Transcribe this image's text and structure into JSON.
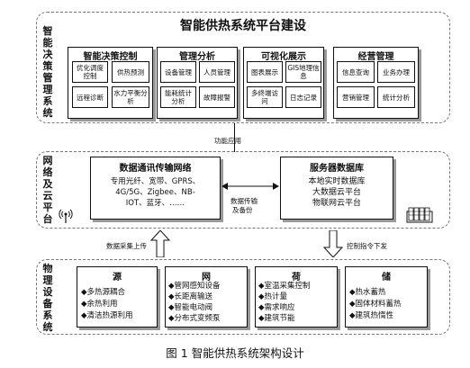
{
  "top": {
    "side_label": "智\n能\n决\n策\n管\n理\n系\n统",
    "title": "智能供热系统平台建设",
    "groups": [
      {
        "header": "智能决策控制",
        "cells": [
          "优化调度控制",
          "供热预测",
          "远程诊断",
          "水力平衡分析"
        ]
      },
      {
        "header": "管理分析",
        "cells": [
          "设备管理",
          "人员管理",
          "能耗统计分析",
          "故障报警"
        ]
      },
      {
        "header": "可视化展示",
        "cells": [
          "图表展示",
          "GIS地理信息",
          "多终端访问",
          "日志记录"
        ]
      },
      {
        "header": "经营管理",
        "cells": [
          "信息查询",
          "业务办理",
          "营销管理",
          "统计分析"
        ]
      }
    ]
  },
  "connector_top_label": "功能应用",
  "middle": {
    "side_label": "网\n络\n及\n云\n平\n台",
    "network_title": "数据通讯传输网络",
    "network_text": [
      "专用光纤、宽带、GPRS、",
      "4G/5G、Zigbee、NB-",
      "IOT、蓝牙、……"
    ],
    "link_label": [
      "数据传输",
      "及备份"
    ],
    "server_title": "服务器数据库",
    "server_items": [
      "本地实时数据库",
      "大数据云平台",
      "物联网云平台"
    ]
  },
  "arrows": {
    "upload": "数据采集上传",
    "control": "控制指令下发"
  },
  "bottom": {
    "side_label": "物\n理\n设\n备\n系\n统",
    "boxes": [
      {
        "title": "源",
        "items": [
          "◆多热源耦合",
          "◆余热利用",
          "◆清洁热源利用"
        ]
      },
      {
        "title": "网",
        "items": [
          "◆管网感知设备",
          "◆长距离输送",
          "◆智能电动阀",
          "◆分布式变频泵"
        ]
      },
      {
        "title": "荷",
        "items": [
          "◆室温采集控制",
          "◆热计量",
          "◆需求响应",
          "◆建筑节能"
        ]
      },
      {
        "title": "储",
        "items": [
          "◆热水蓄热",
          "◆固体材料蓄热",
          "◆建筑热惰性"
        ]
      }
    ]
  },
  "caption": "图 1 智能供热系统架构设计",
  "icons": [
    "antenna-icon",
    "server-stack-icon"
  ]
}
